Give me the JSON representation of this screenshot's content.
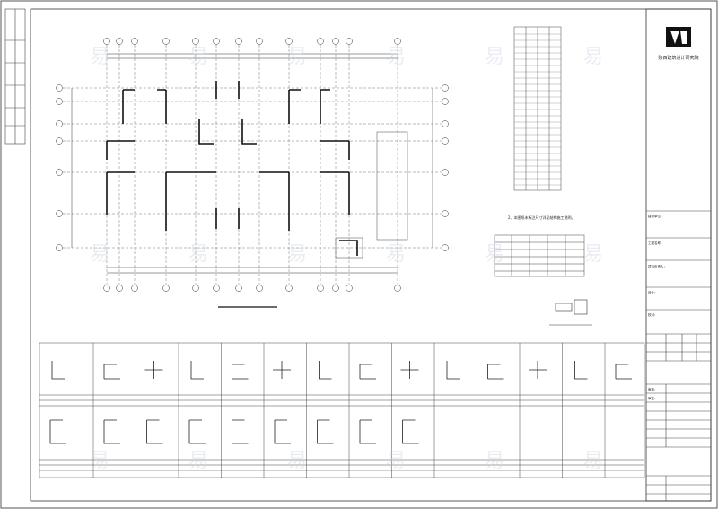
{
  "drawing": {
    "title_block": {
      "company": "陕西建筑设计研究院",
      "rows": [
        "建设单位：",
        "工程名称：",
        "项目负责人：",
        "设计：",
        "校对：",
        "审核：",
        "审定："
      ]
    },
    "notes": {
      "note_2": "2、本图纸未标注尺寸详见结构施工说明。"
    },
    "watermark_text": "易"
  }
}
